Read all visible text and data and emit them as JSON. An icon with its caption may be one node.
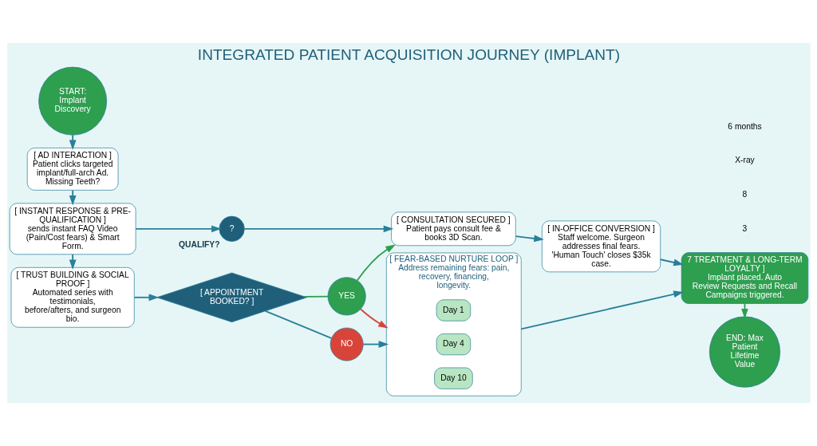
{
  "diagram": {
    "title": "INTEGRATED PATIENT ACQUISITION JOURNEY (IMPLANT)",
    "nodes": [
      {
        "text": [
          "START: Implant Discovery"
        ]
      },
      {
        "text": [
          "[ AD INTERACTION ]",
          "Patient clicks targeted implant/full-arch Ad.",
          "Missing Teeth?"
        ]
      },
      {
        "text": [
          "[ INSTANT RESPONSE & PRE-QUALIFICATION ]",
          "sends instant FAQ Video (Pain/Cost fears) & Smart Form."
        ]
      },
      {
        "text": [
          "?"
        ],
        "beside": [
          "QUALIFY?"
        ]
      },
      {
        "text": [
          "[ TRUST BUILDING & SOCIAL PROOF ]",
          "Automated series with testimonials, before/afters, and surgeon bio."
        ]
      },
      {
        "text": [
          "[ APPOINTMENT BOOKED? ]"
        ]
      },
      {
        "text": [
          "YES"
        ]
      },
      {
        "text": [
          "NO"
        ]
      },
      {
        "text": [
          "[ CONSULTATION SECURED ]",
          "Patient pays consult fee & books 3D Scan."
        ]
      },
      {
        "text": [
          "[ IN-OFFICE CONVERSION ]",
          "Staff welcome. Surgeon addresses final fears. 'Human Touch' closes $35k case."
        ]
      },
      {
        "text": [
          "[ FEAR-BASED NURTURE LOOP ]",
          "Address remaining fears: pain, recovery, financing, longevity."
        ]
      },
      {
        "text": [
          "Day 1"
        ],
        "in": 10
      },
      {
        "text": [
          "Day 4"
        ],
        "in": 10
      },
      {
        "text": [
          "Day 10"
        ],
        "in": 10
      },
      {
        "text": [
          "7 TREATMENT & LONG-TERM LOYALTY ]",
          "Implant placed. Auto Review Requests and Recall Campaigns triggered."
        ]
      },
      {
        "text": [
          "END: Max Patient Lifetime Value"
        ]
      }
    ],
    "edges": [
      {
        "from": 0,
        "to": 1,
        "arrow": "to"
      },
      {
        "from": 1,
        "to": 2,
        "arrow": "to"
      },
      {
        "from": 2,
        "to": 3,
        "arrow": "to"
      },
      {
        "from": 3,
        "to": 8,
        "arrow": "to"
      },
      {
        "from": 2,
        "to": 4,
        "arrow": "to"
      },
      {
        "from": 4,
        "to": 5,
        "arrow": "to"
      },
      {
        "from": 5,
        "to": 6,
        "arrow": "none",
        "color": "#2e9e4f"
      },
      {
        "from": 6,
        "to": 8,
        "arrow": "to",
        "color": "#2e9e4f"
      },
      {
        "from": 6,
        "to": 10,
        "arrow": "to",
        "color": "#d9443a"
      },
      {
        "from": 5,
        "to": 7,
        "arrow": "none"
      },
      {
        "from": 7,
        "to": 10,
        "arrow": "to"
      },
      {
        "from": 8,
        "to": 9,
        "arrow": "to"
      },
      {
        "from": 9,
        "to": 14,
        "arrow": "to"
      },
      {
        "from": 10,
        "to": 14,
        "arrow": "to"
      },
      {
        "from": 14,
        "to": 15,
        "arrow": "to",
        "color": "#2e9e4f"
      }
    ],
    "labels": [
      "3",
      "8",
      "X-ray",
      "6 months"
    ]
  }
}
